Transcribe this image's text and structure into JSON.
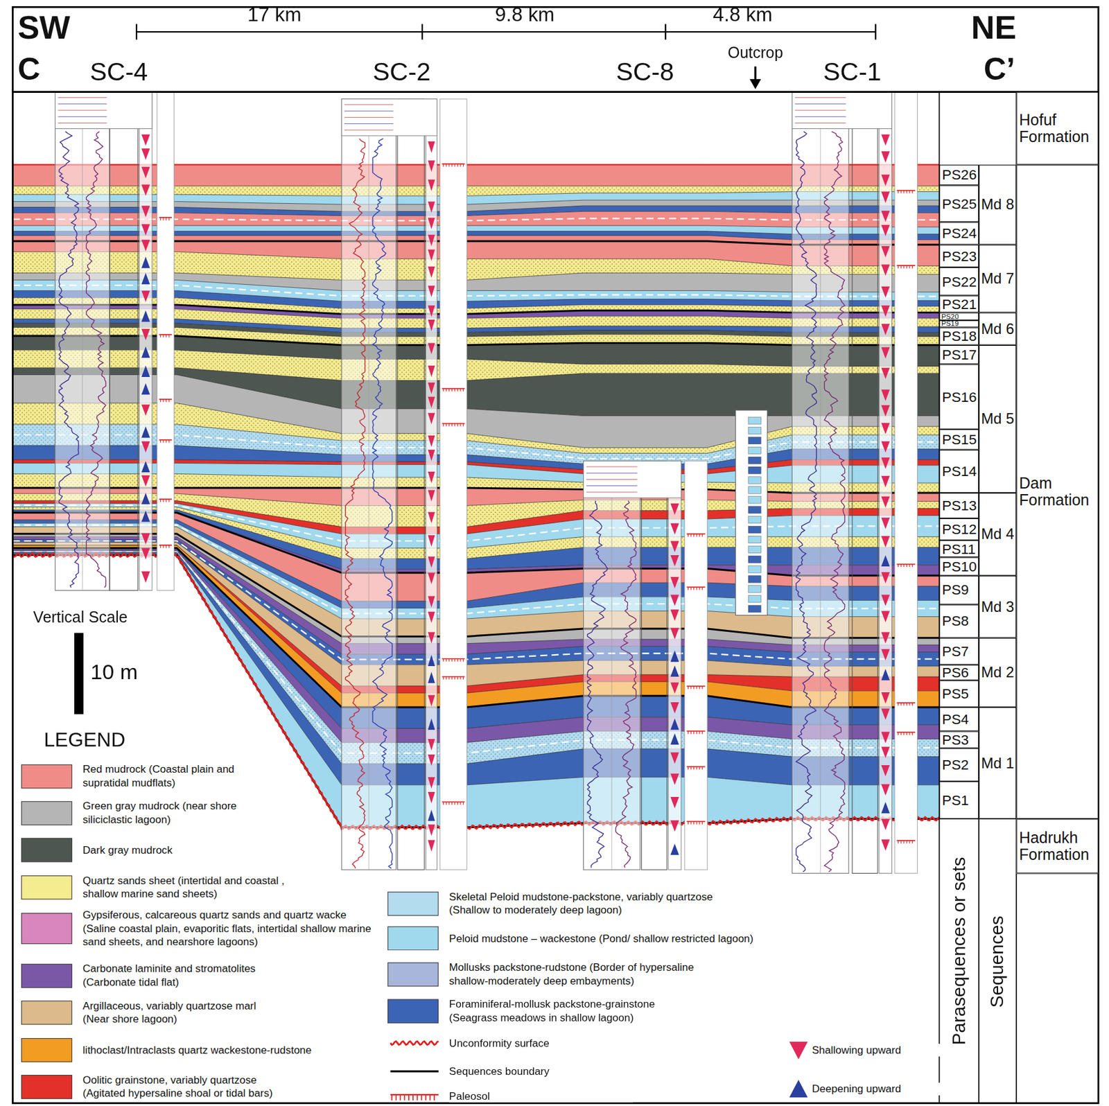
{
  "diagram": {
    "nodes": [
      {
        "text": [
          "PS26"
        ]
      },
      {
        "text": [
          "PS25"
        ]
      },
      {
        "text": [
          "PS24"
        ]
      },
      {
        "text": [
          "PS23"
        ]
      },
      {
        "text": [
          "PS22"
        ]
      },
      {
        "text": [
          "PS21"
        ]
      },
      {
        "text": [
          "PS20"
        ]
      },
      {
        "text": [
          "PS19"
        ]
      },
      {
        "text": [
          "PS18"
        ]
      },
      {
        "text": [
          "PS17"
        ]
      },
      {
        "text": [
          "PS16"
        ]
      },
      {
        "text": [
          "PS15"
        ]
      },
      {
        "text": [
          "PS14"
        ]
      },
      {
        "text": [
          "PS13"
        ]
      },
      {
        "text": [
          "PS12"
        ]
      },
      {
        "text": [
          "PS11"
        ]
      },
      {
        "text": [
          "PS10"
        ]
      },
      {
        "text": [
          "PS9"
        ]
      },
      {
        "text": [
          "PS8"
        ]
      },
      {
        "text": [
          "PS7"
        ]
      },
      {
        "text": [
          "PS6"
        ]
      },
      {
        "text": [
          "PS5"
        ]
      },
      {
        "text": [
          "PS4"
        ]
      },
      {
        "text": [
          "PS3"
        ]
      },
      {
        "text": [
          "PS2"
        ]
      },
      {
        "text": [
          "PS1"
        ]
      },
      {
        "text": [
          "Md 8"
        ]
      },
      {
        "text": [
          "Md 7"
        ]
      },
      {
        "text": [
          "Md 6"
        ]
      },
      {
        "text": [
          "Md 5"
        ]
      },
      {
        "text": [
          "Md 4"
        ]
      },
      {
        "text": [
          "Md 3"
        ]
      },
      {
        "text": [
          "Md 2"
        ]
      },
      {
        "text": [
          "Md 1"
        ]
      },
      {
        "text": [
          "Hofuf Formation"
        ]
      },
      {
        "text": [
          "Dam Formation"
        ]
      },
      {
        "text": [
          "Hadrukh Formation"
        ]
      }
    ],
    "labels": [
      "SW",
      "C",
      "17 km",
      "9.8 km",
      "4.8 km",
      "NE",
      "Outcrop",
      "SC-4",
      "SC-2",
      "SC-8",
      "SC-1",
      "C’",
      "Vertical Scale",
      "10 m",
      "LEGEND",
      "Parasequences or sets",
      "Sequences"
    ],
    "legend": [
      {
        "text": "Red mudrock (Coastal plain and supratidal mudflats)",
        "color": "#f08c88"
      },
      {
        "text": "Green gray mudrock (near shore siliciclastic lagoon)",
        "color": "#b5b5b5"
      },
      {
        "text": "Dark gray mudrock",
        "color": "#4d5651"
      },
      {
        "text": "Quartz sands sheet (intertidal and coastal , shallow marine sand sheets)",
        "color": "#f5eb8f"
      },
      {
        "text": "Gypsiferous, calcareous quartz sands and quartz wacke (Saline coastal plain, evaporitic flats, intertidal shallow marine sand sheets, and nearshore lagoons)",
        "color": "#d886bb"
      },
      {
        "text": "Carbonate laminite and stromatolites (Carbonate tidal flat)",
        "color": "#7b57a8"
      },
      {
        "text": "Argillaceous, variably quartzose marl (Near shore lagoon)",
        "color": "#dcba8c"
      },
      {
        "text": "lithoclast/Intraclasts quartz wackestone-rudstone",
        "color": "#f39c24"
      },
      {
        "text": "Oolitic grainstone, variably quartzose (Agitated hypersaline shoal or tidal bars)",
        "color": "#e3302a"
      },
      {
        "text": "Skeletal Peloid mudstone-packstone, variably quartzose (Shallow to moderately deep lagoon)",
        "color": "#b3dcef"
      },
      {
        "text": "Peloid mudstone – wackestone (Pond/ shallow restricted lagoon)",
        "color": "#a0d8ee"
      },
      {
        "text": "Mollusks packstone-rudstone (Border of hypersaline shallow-moderately deep embayments)",
        "color": "#a8b6dc"
      },
      {
        "text": "Foraminiferal-mollusk packstone-grainstone (Seagrass meadows in shallow lagoon)",
        "color": "#3c64b4"
      },
      {
        "text": "Unconformity surface"
      },
      {
        "text": "Sequences boundary"
      },
      {
        "text": "Paleosol"
      },
      {
        "text": "Shallowing upward"
      },
      {
        "text": "Deepening upward"
      }
    ]
  }
}
